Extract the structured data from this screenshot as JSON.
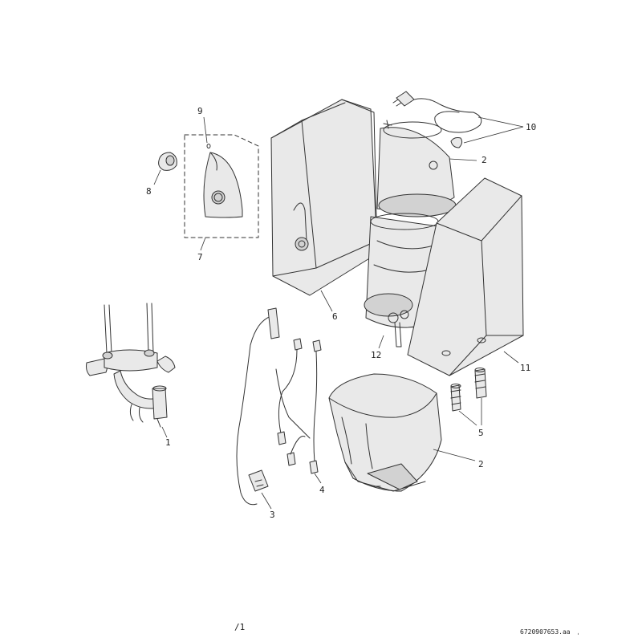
{
  "diagram": {
    "callouts": [
      {
        "id": "label-1",
        "text": "1"
      },
      {
        "id": "label-2-top",
        "text": "2"
      },
      {
        "id": "label-2-bottom",
        "text": "2"
      },
      {
        "id": "label-3",
        "text": "3"
      },
      {
        "id": "label-4",
        "text": "4"
      },
      {
        "id": "label-5",
        "text": "5"
      },
      {
        "id": "label-6",
        "text": "6"
      },
      {
        "id": "label-7",
        "text": "7"
      },
      {
        "id": "label-8",
        "text": "8"
      },
      {
        "id": "label-9",
        "text": "9"
      },
      {
        "id": "label-10",
        "text": "10"
      },
      {
        "id": "label-11",
        "text": "11"
      },
      {
        "id": "label-12",
        "text": "12"
      }
    ],
    "footer": {
      "page_mark": "/1",
      "drawing_code": "6720907653.aa",
      "tail_mark": "ˌ"
    }
  }
}
